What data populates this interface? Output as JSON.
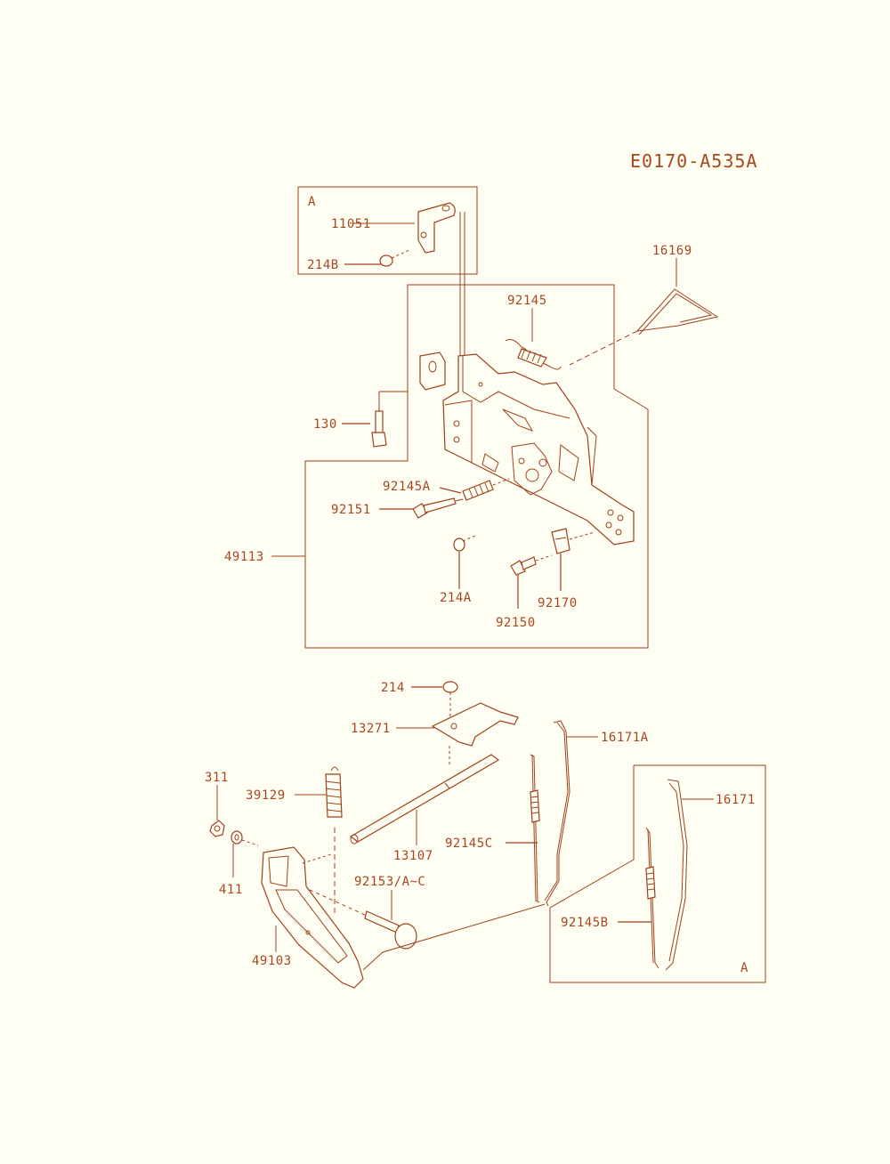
{
  "diagram_code": "E0170-A535A",
  "box_marker_top": "A",
  "box_marker_inset": "A",
  "labels": {
    "p11051": "11051",
    "p214B": "214B",
    "p16169": "16169",
    "p92145": "92145",
    "p130": "130",
    "p92145A": "92145A",
    "p92151": "92151",
    "p49113": "49113",
    "p214A": "214A",
    "p92170": "92170",
    "p92150": "92150",
    "p214": "214",
    "p13271": "13271",
    "p16171A": "16171A",
    "p311": "311",
    "p39129": "39129",
    "p16171": "16171",
    "p411": "411",
    "p13107": "13107",
    "p92145C": "92145C",
    "p92153": "92153/A~C",
    "p92145B": "92145B",
    "p49103": "49103"
  },
  "colors": {
    "line": "#a0401c",
    "text": "#a8461f",
    "background": "#fffef3"
  }
}
